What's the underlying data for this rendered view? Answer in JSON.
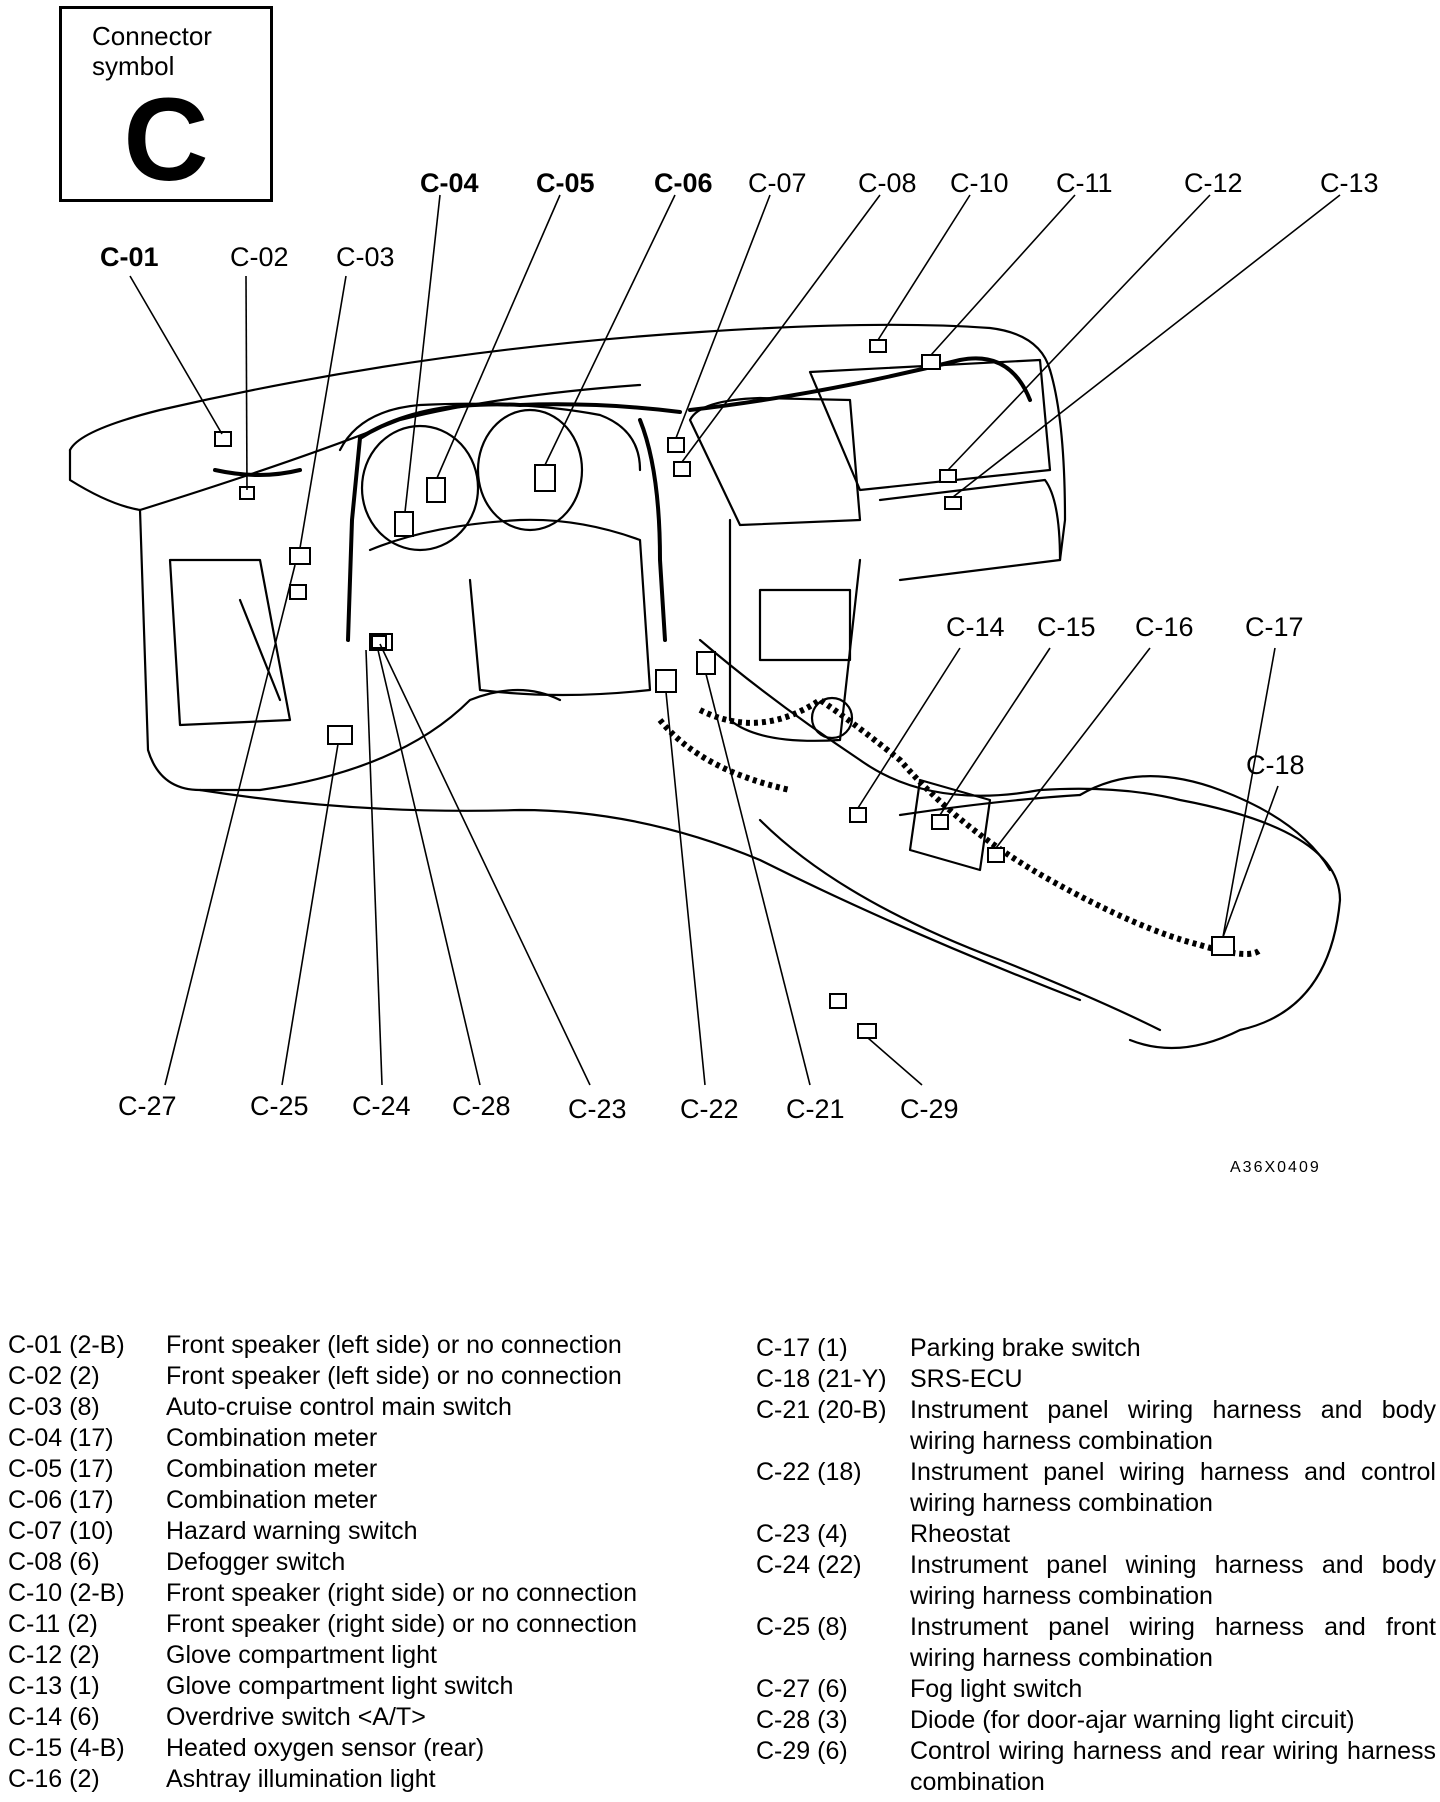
{
  "symbol_box": {
    "caption": "Connector\nsymbol",
    "letter": "C"
  },
  "figure_code": "A36X0409",
  "callouts": [
    "C-01",
    "C-02",
    "C-03",
    "C-04",
    "C-05",
    "C-06",
    "C-07",
    "C-08",
    "C-10",
    "C-11",
    "C-12",
    "C-13",
    "C-14",
    "C-15",
    "C-16",
    "C-17",
    "C-18",
    "C-21",
    "C-22",
    "C-23",
    "C-24",
    "C-25",
    "C-27",
    "C-28",
    "C-29"
  ],
  "legend_left": [
    {
      "code": "C-01 (2-B)",
      "desc": "Front speaker (left side) or no connection"
    },
    {
      "code": "C-02 (2)",
      "desc": "Front speaker (left side) or no connection"
    },
    {
      "code": "C-03 (8)",
      "desc": "Auto-cruise control main switch"
    },
    {
      "code": "C-04 (17)",
      "desc": "Combination meter"
    },
    {
      "code": "C-05 (17)",
      "desc": "Combination meter"
    },
    {
      "code": "C-06 (17)",
      "desc": "Combination meter"
    },
    {
      "code": "C-07 (10)",
      "desc": "Hazard warning switch"
    },
    {
      "code": "C-08 (6)",
      "desc": "Defogger switch"
    },
    {
      "code": "C-10 (2-B)",
      "desc": "Front speaker (right side) or no connection"
    },
    {
      "code": "C-11 (2)",
      "desc": "Front speaker (right side) or no connection"
    },
    {
      "code": "C-12 (2)",
      "desc": "Glove compartment light"
    },
    {
      "code": "C-13 (1)",
      "desc": "Glove compartment light switch"
    },
    {
      "code": "C-14 (6)",
      "desc": "Overdrive switch <A/T>"
    },
    {
      "code": "C-15 (4-B)",
      "desc": "Heated oxygen sensor (rear)"
    },
    {
      "code": "C-16 (2)",
      "desc": "Ashtray illumination light"
    }
  ],
  "legend_right": [
    {
      "code": "C-17 (1)",
      "desc": "Parking brake switch"
    },
    {
      "code": "C-18 (21-Y)",
      "desc": "SRS-ECU"
    },
    {
      "code": "C-21 (20-B)",
      "desc": "Instrument panel wiring harness and body wiring harness combination"
    },
    {
      "code": "C-22 (18)",
      "desc": "Instrument panel wiring harness and control wiring harness combination"
    },
    {
      "code": "C-23 (4)",
      "desc": "Rheostat"
    },
    {
      "code": "C-24 (22)",
      "desc": "Instrument panel wining harness and body wiring harness combination"
    },
    {
      "code": "C-25 (8)",
      "desc": "Instrument panel wiring harness and front wiring harness combination"
    },
    {
      "code": "C-27 (6)",
      "desc": "Fog light switch"
    },
    {
      "code": "C-28 (3)",
      "desc": "Diode (for door-ajar warning light circuit)"
    },
    {
      "code": "C-29 (6)",
      "desc": "Control wiring harness and rear wiring harness combination"
    }
  ]
}
